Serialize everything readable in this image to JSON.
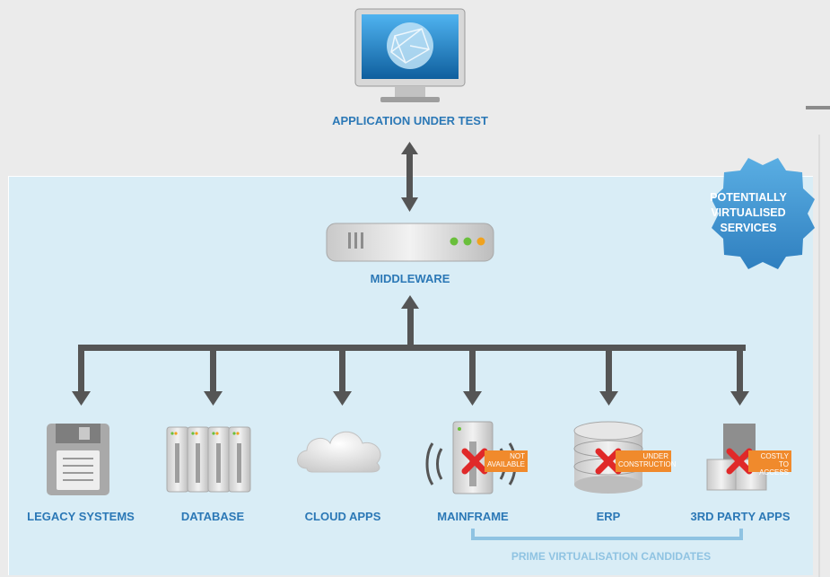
{
  "labels": {
    "app_under_test": "APPLICATION UNDER TEST",
    "middleware": "MIDDLEWARE",
    "gear_text": [
      "POTENTIALLY",
      "VIRTUALISED",
      "SERVICES"
    ],
    "prime_candidates": "PRIME VIRTUALISATION CANDIDATES"
  },
  "systems": [
    {
      "label": "LEGACY SYSTEMS",
      "icon": "floppy-disk-icon",
      "status": ""
    },
    {
      "label": "DATABASE",
      "icon": "server-rack-icon",
      "status": ""
    },
    {
      "label": "CLOUD APPS",
      "icon": "cloud-icon",
      "status": ""
    },
    {
      "label": "MAINFRAME",
      "icon": "mainframe-icon",
      "status": [
        "NOT",
        "AVAILABLE"
      ]
    },
    {
      "label": "ERP",
      "icon": "database-cylinder-icon",
      "status": [
        "UNDER",
        "CONSTRUCTION"
      ]
    },
    {
      "label": "3RD PARTY APPS",
      "icon": "cubes-icon",
      "status": [
        "COSTLY",
        "TO ACCESS"
      ]
    }
  ],
  "colors": {
    "accent_blue": "#2b78b6",
    "panel_bg": "#d9edf6",
    "arrow_gray": "#555555",
    "gear_blue": "#3b8fcf",
    "status_orange": "#f08a2c",
    "x_red": "#e02929"
  }
}
